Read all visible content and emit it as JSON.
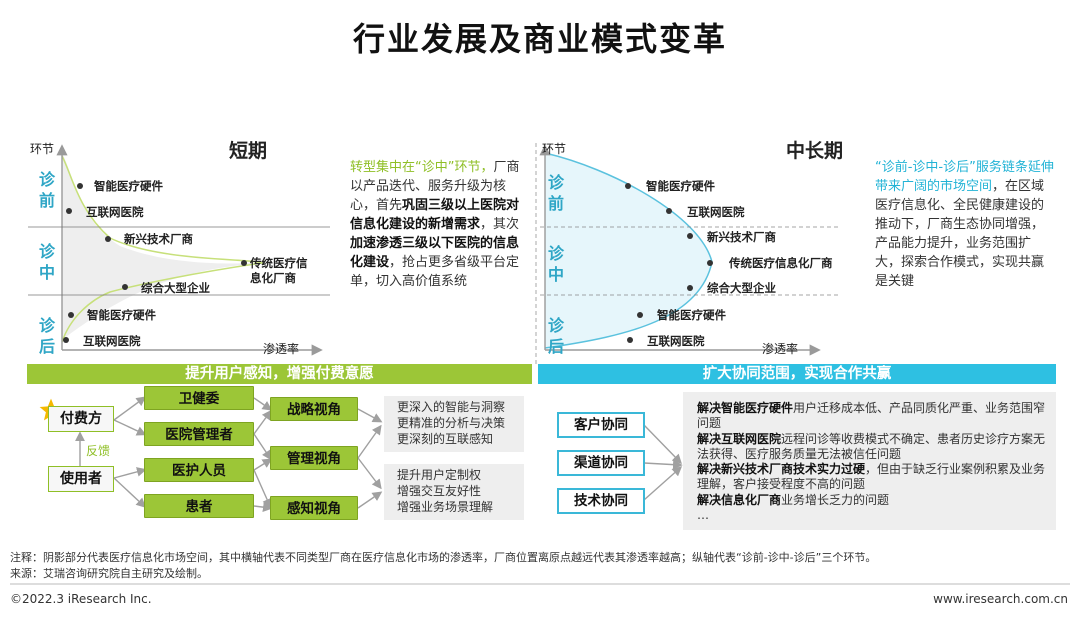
{
  "title": "行业发展及商业模式变革",
  "axis": {
    "y": "环节",
    "x": "渗透率"
  },
  "phases": {
    "pre": "诊前",
    "mid": "诊中",
    "post": "诊后"
  },
  "short_term": {
    "title": "短期",
    "points": {
      "p1": "智能医疗硬件",
      "p2": "互联网医院",
      "p3": "新兴技术厂商",
      "p4": "传统医疗信息化厂商",
      "p5": "综合大型企业",
      "p6": "智能医疗硬件",
      "p7": "互联网医院"
    },
    "desc": {
      "s1": "转型集中在“诊中”环节，",
      "s2": "厂商以产品迭代、服务升级为核心，首先",
      "s3": "巩固三级以上医院对信息化建设的新增需求",
      "s4": "，其次",
      "s5": "加速渗透三级以下医院的信息化建设",
      "s6": "，抢占更多省级平台定单，切入高价值系统"
    },
    "banner": "提升用户感知，增强付费意愿",
    "flow": {
      "payer": "付费方",
      "user": "使用者",
      "feedback": "反馈",
      "agents": [
        "卫健委",
        "医院管理者",
        "医护人员",
        "患者"
      ],
      "views": [
        "战略视角",
        "管理视角",
        "感知视角"
      ],
      "gray1": [
        "更深入的智能与洞察",
        "更精准的分析与决策",
        "更深刻的互联感知"
      ],
      "gray2": [
        "提升用户定制权",
        "增强交互友好性",
        "增强业务场景理解"
      ]
    }
  },
  "long_term": {
    "title": "中长期",
    "points": {
      "p1": "智能医疗硬件",
      "p2": "互联网医院",
      "p3": "新兴技术厂商",
      "p4": "传统医疗信息化厂商",
      "p5": "综合大型企业",
      "p6": "智能医疗硬件",
      "p7": "互联网医院"
    },
    "desc": {
      "s1": "“诊前-诊中-诊后”服务链条延伸带来广阔的市场空间",
      "s2": "，在区域医疗信息化、全民健康建设的推动下，厂商生态协同增强，产品能力提升，业务范围扩大，探索合作模式，实现共赢是关键"
    },
    "banner": "扩大协同范围，实现合作共赢",
    "collab": [
      "客户协同",
      "渠道协同",
      "技术协同"
    ],
    "items": [
      {
        "bold": "解决智能医疗硬件",
        "text": "用户迁移成本低、产品同质化严重、业务范围窄问题"
      },
      {
        "bold": "解决互联网医院",
        "text": "远程问诊等收费模式不确定、患者历史诊疗方案无法获得、医疗服务质量无法被信任问题"
      },
      {
        "bold": "解决新兴技术厂商技术实力过硬",
        "text": "，但由于缺乏行业案例积累及业务理解，客户接受程度不高的问题"
      },
      {
        "bold": "解决信息化厂商",
        "text": "业务增长乏力的问题"
      }
    ],
    "ellipsis": "…"
  },
  "note": {
    "line1": "注释：阴影部分代表医疗信息化市场空间，其中横轴代表不同类型厂商在医疗信息化市场的渗透率，厂商位置离原点越远代表其渗透率越高；纵轴代表“诊前-诊中-诊后”三个环节。",
    "line2": "来源：艾瑞咨询研究院自主研究及绘制。"
  },
  "footer": {
    "left": "©2022.3 iResearch Inc.",
    "right": "www.iresearch.com.cn"
  },
  "colors": {
    "green": "#8fbf26",
    "cyan": "#22b3d6"
  }
}
